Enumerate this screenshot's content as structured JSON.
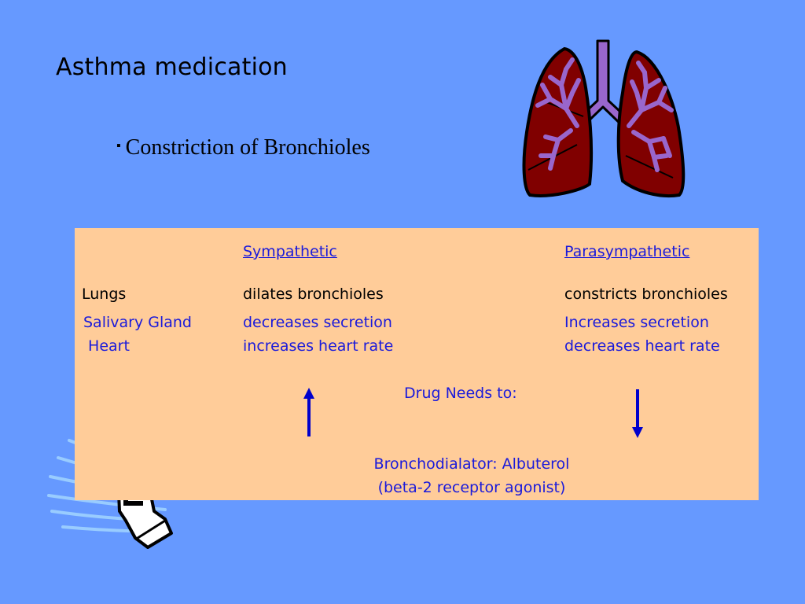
{
  "slide": {
    "title": "Asthma medication",
    "bullet_mark": "▪",
    "bullet": "Constriction of Bronchioles"
  },
  "table": {
    "headers": {
      "sympathetic": "Sympathetic",
      "parasympathetic": "Parasympathetic"
    },
    "rows": [
      {
        "organ": "Lungs",
        "sympathetic": "dilates bronchioles",
        "parasympathetic": "constricts bronchioles"
      },
      {
        "organ": "Salivary Gland",
        "sympathetic": "decreases secretion",
        "parasympathetic": "Increases secretion"
      },
      {
        "organ": " Heart",
        "sympathetic": "increases heart rate",
        "parasympathetic": "decreases heart rate"
      }
    ]
  },
  "drug": {
    "needs_label": "Drug Needs to:",
    "sympathetic_direction": "up",
    "parasympathetic_direction": "down",
    "line1": "Bronchodialator: Albuterol",
    "line2": "(beta-2 receptor agonist)"
  },
  "icons": [
    "lungs-icon",
    "inhaler-icon",
    "up-arrow-icon",
    "down-arrow-icon"
  ],
  "colors": {
    "background": "#6699ff",
    "panel": "#ffcc99",
    "text_blue": "#1a1adb",
    "arrow": "#0000cc",
    "lung": "#800000",
    "bronchi": "#9966cc"
  }
}
